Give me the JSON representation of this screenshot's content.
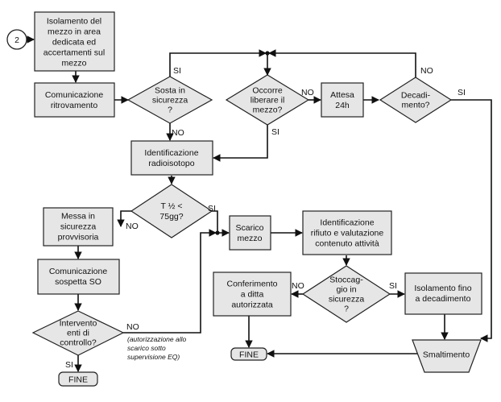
{
  "start_connector": "2",
  "nodes": {
    "isolamento": [
      "Isolamento del",
      "mezzo in area",
      "dedicata ed",
      "accertamenti sul",
      "mezzo"
    ],
    "comunicazione_ritrovamento": [
      "Comunicazione",
      "ritrovamento"
    ],
    "sosta": [
      "Sosta in",
      "sicurezza",
      "?"
    ],
    "occorre": [
      "Occorre",
      "liberare il",
      "mezzo?"
    ],
    "attesa": [
      "Attesa",
      "24h"
    ],
    "decadimento": [
      "Decadi-",
      "mento?"
    ],
    "identificazione_radio": [
      "Identificazione",
      "radioisotopo"
    ],
    "t_half": [
      "T ½ <",
      "75gg?"
    ],
    "messa_sicurezza": [
      "Messa in",
      "sicurezza",
      "provvisoria"
    ],
    "scarico": [
      "Scarico",
      "mezzo"
    ],
    "identificazione_rifiuto": [
      "Identificazione",
      "rifiuto e valutazione",
      "contenuto attività"
    ],
    "comunicazione_so": [
      "Comunicazione",
      "sospetta SO"
    ],
    "conferimento": [
      "Conferimento",
      "a ditta",
      "autorizzata"
    ],
    "stoccaggio": [
      "Stoccag-",
      "gio in",
      "sicurezza",
      "?"
    ],
    "isolamento_fino": [
      "Isolamento fino",
      "a decadimento"
    ],
    "intervento": [
      "Intervento",
      "enti di",
      "controllo?"
    ],
    "smaltimento": [
      "Smaltimento"
    ],
    "fine_left": [
      "FINE"
    ],
    "fine_mid": [
      "FINE"
    ]
  },
  "edge_labels": {
    "sosta_si": "SI",
    "sosta_no": "NO",
    "occorre_no": "NO",
    "occorre_si": "SI",
    "decad_no": "NO",
    "decad_si": "SI",
    "thalf_si": "SI",
    "thalf_no": "NO",
    "stocc_no": "NO",
    "stocc_si": "SI",
    "interv_no": "NO",
    "interv_si": "SI"
  },
  "note_lines": [
    "(autorizzazione allo",
    "scarico sotto",
    "supervisione EQ)"
  ]
}
